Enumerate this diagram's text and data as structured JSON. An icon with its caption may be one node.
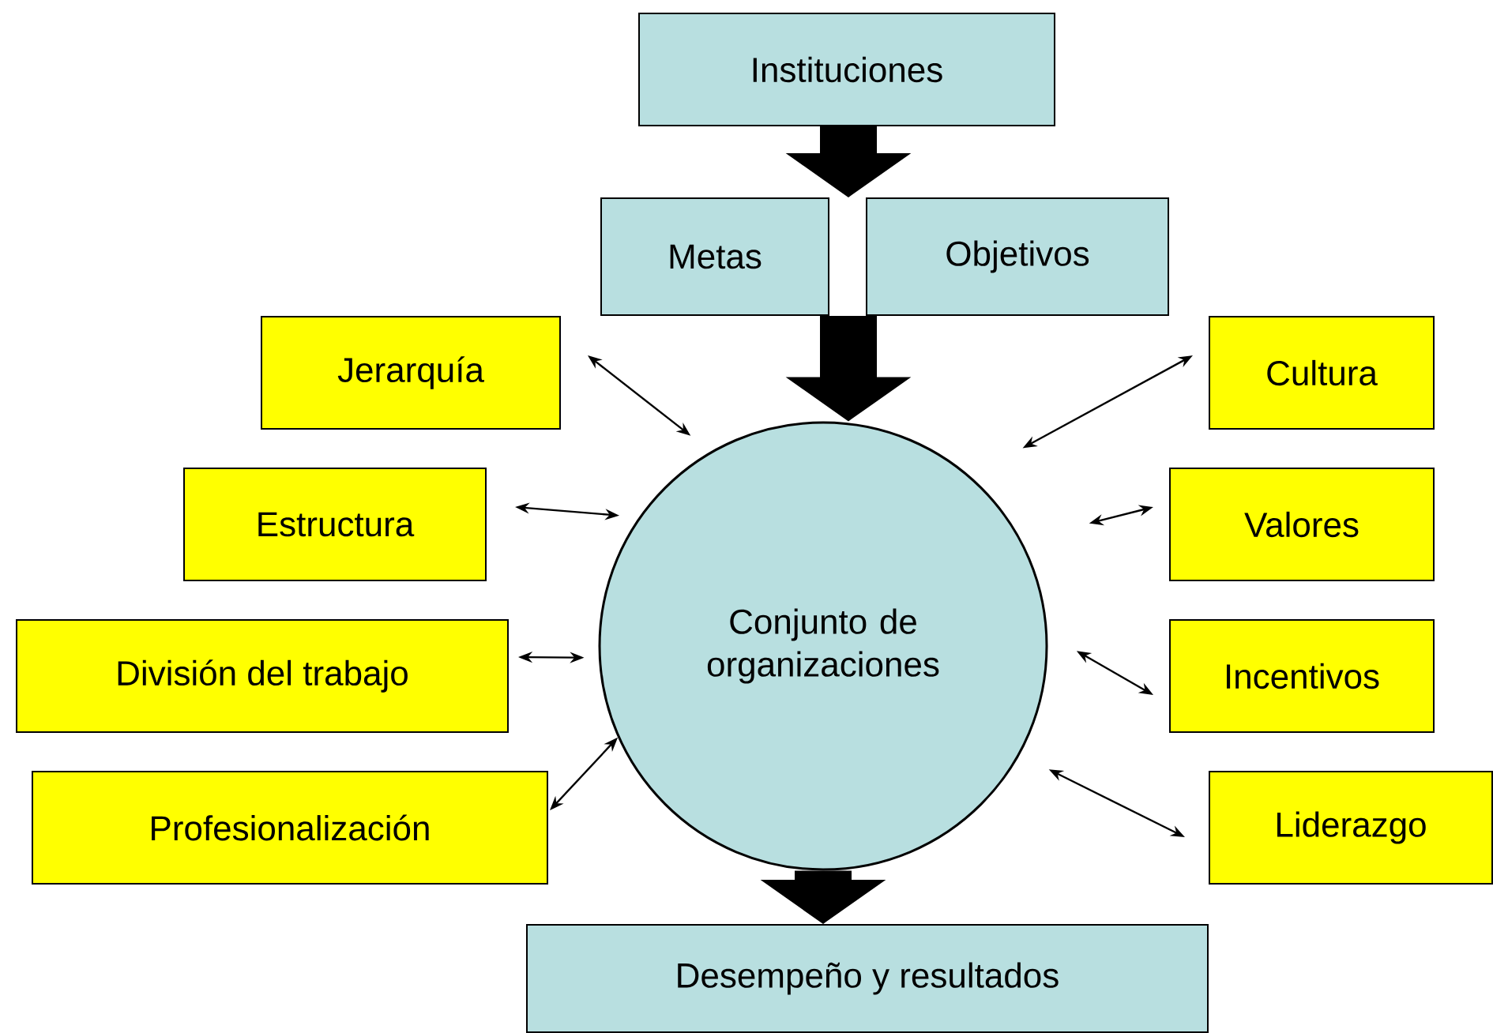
{
  "diagram": {
    "nodes": [
      {
        "text": [
          "Instituciones"
        ]
      },
      {
        "text": [
          "Metas"
        ]
      },
      {
        "text": [
          "Objetivos"
        ]
      },
      {
        "text": [
          "Jerarquía"
        ]
      },
      {
        "text": [
          "Cultura"
        ]
      },
      {
        "text": [
          "Estructura"
        ]
      },
      {
        "text": [
          "Valores"
        ]
      },
      {
        "text": [
          "Conjunto de organizaciones"
        ]
      },
      {
        "text": [
          "División del trabajo"
        ]
      },
      {
        "text": [
          "Incentivos"
        ]
      },
      {
        "text": [
          "Profesionalización"
        ]
      },
      {
        "text": [
          "Liderazgo"
        ]
      },
      {
        "text": [
          "Desempeño y resultados"
        ]
      }
    ],
    "edges": [
      {
        "from": 0,
        "to": 1,
        "arrow": "to",
        "style": "thick"
      },
      {
        "from": 0,
        "to": 2,
        "arrow": "to",
        "style": "thick"
      },
      {
        "from": 1,
        "to": 7,
        "arrow": "to",
        "style": "thick"
      },
      {
        "from": 2,
        "to": 7,
        "arrow": "to",
        "style": "thick"
      },
      {
        "from": 7,
        "to": 12,
        "arrow": "to",
        "style": "thick"
      },
      {
        "from": 3,
        "to": 7,
        "arrow": "both"
      },
      {
        "from": 5,
        "to": 7,
        "arrow": "both"
      },
      {
        "from": 8,
        "to": 7,
        "arrow": "both"
      },
      {
        "from": 10,
        "to": 7,
        "arrow": "both"
      },
      {
        "from": 4,
        "to": 7,
        "arrow": "both"
      },
      {
        "from": 6,
        "to": 7,
        "arrow": "both"
      },
      {
        "from": 9,
        "to": 7,
        "arrow": "both"
      },
      {
        "from": 11,
        "to": 7,
        "arrow": "both"
      }
    ]
  }
}
